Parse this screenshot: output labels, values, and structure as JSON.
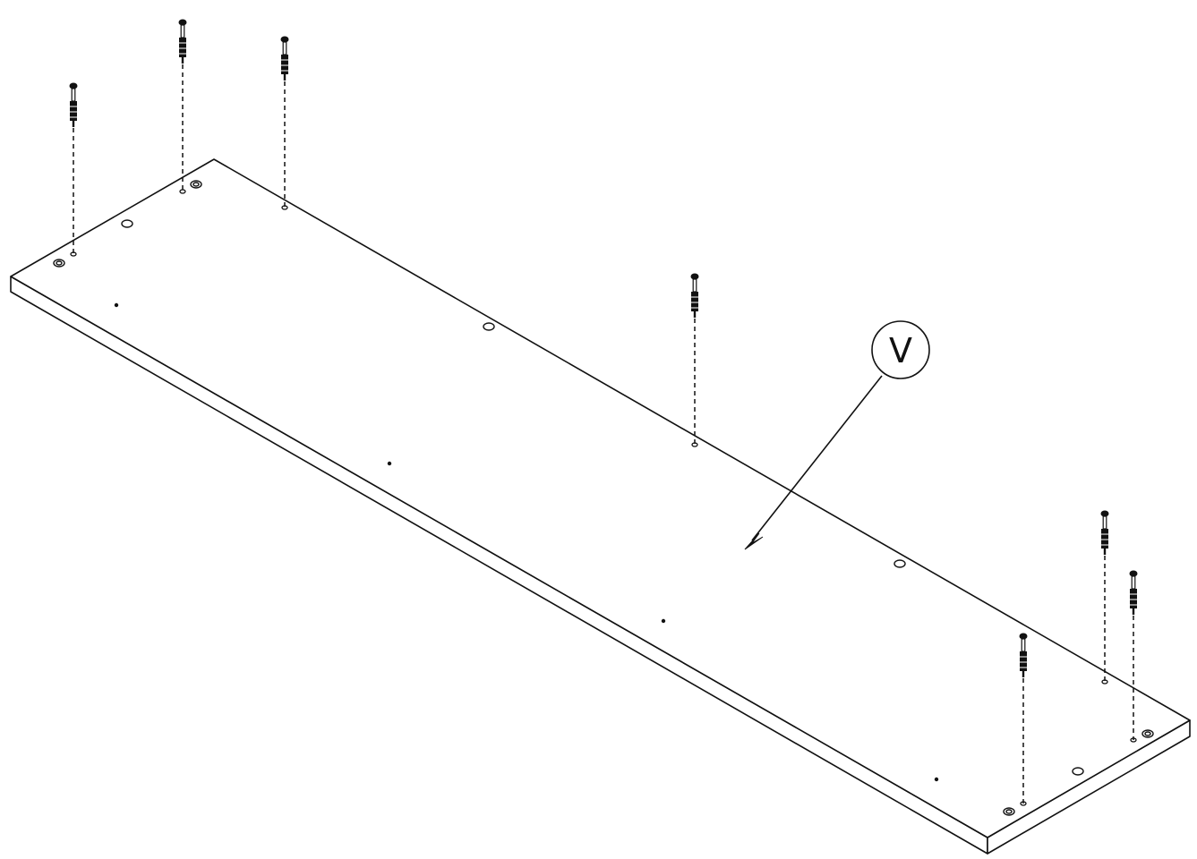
{
  "diagram": {
    "callout_label": "V",
    "colors": {
      "line": "#111111",
      "background": "#ffffff"
    },
    "parts": {
      "panel": "panel",
      "fastener": "cam-dowel",
      "hole": "hole"
    }
  }
}
